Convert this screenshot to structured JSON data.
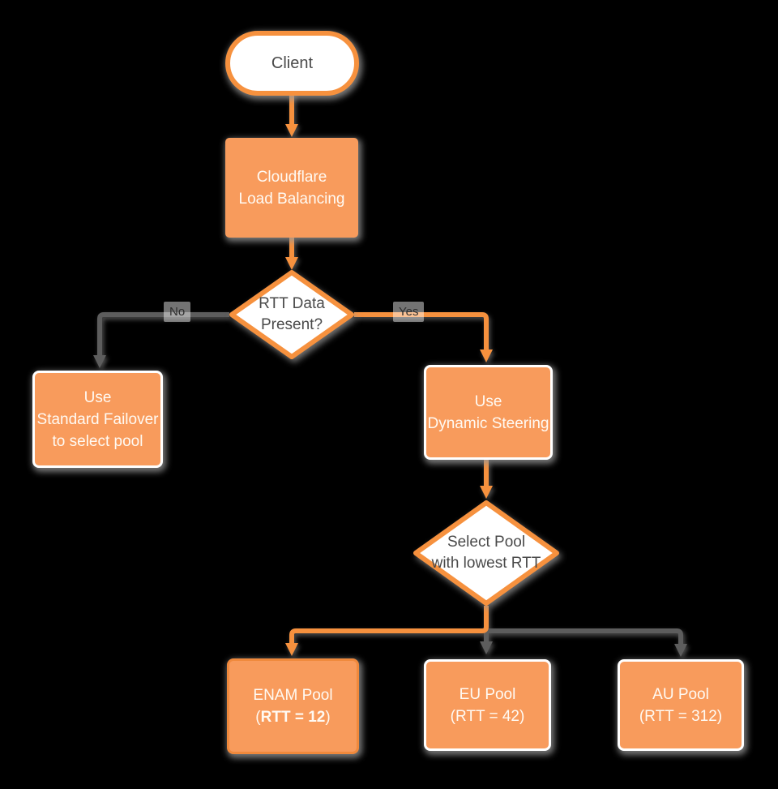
{
  "colors": {
    "background": "#000000",
    "node_fill": "#f89b5c",
    "node_stroke": "#f6913e",
    "gray_edge": "#5d5d5d",
    "shadow": "#969696",
    "dark_text": "#4a4a4a",
    "light_text": "#fffaf3"
  },
  "nodes": {
    "client": {
      "label": "Client"
    },
    "load_balancer": {
      "line1": "Cloudflare",
      "line2": "Load Balancing"
    },
    "rtt_decision": {
      "line1": "RTT Data",
      "line2": "Present?"
    },
    "standard_failover": {
      "line1": "Use",
      "line2": "Standard Failover",
      "line3": "to select pool"
    },
    "dynamic_steering": {
      "line1": "Use",
      "line2": "Dynamic Steering"
    },
    "pool_decision": {
      "line1": "Select Pool",
      "line2": "with lowest RTT"
    },
    "enam_pool": {
      "line1": "ENAM Pool",
      "line2_open": "(",
      "line2_value": "RTT = 12",
      "line2_close": ")"
    },
    "eu_pool": {
      "line1": "EU Pool",
      "line2": "(RTT = 42)"
    },
    "au_pool": {
      "line1": "AU Pool",
      "line2": "(RTT = 312)"
    }
  },
  "edges": {
    "no_label": "No",
    "yes_label": "Yes"
  }
}
